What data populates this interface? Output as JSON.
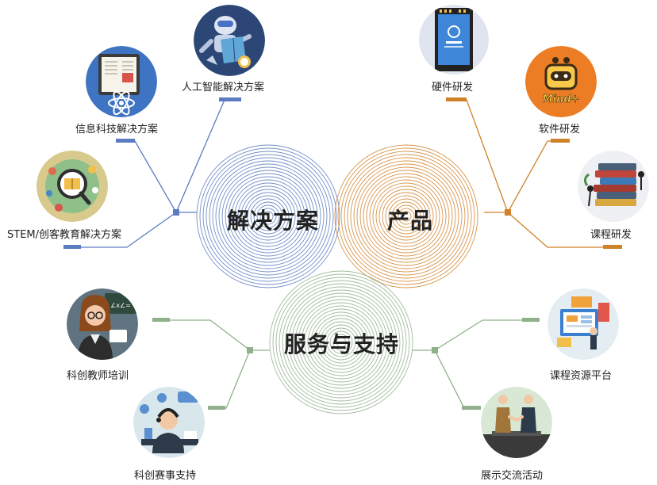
{
  "centers": {
    "solutions": "解决方案",
    "products": "产品",
    "services": "服务与支持"
  },
  "colors": {
    "solutions": "#5b7cc0",
    "products": "#d0822a",
    "services": "#8fb08a"
  },
  "solutions": {
    "items": [
      {
        "label": "人工智能解决方案",
        "icon": "robot-reading-icon"
      },
      {
        "label": "信息科技解决方案",
        "icon": "tablet-atom-icon"
      },
      {
        "label": "STEM/创客教育解决方案",
        "icon": "stem-book-icon"
      }
    ]
  },
  "products": {
    "items": [
      {
        "label": "硬件研发",
        "icon": "hardware-board-icon"
      },
      {
        "label": "软件研发",
        "icon": "mindplus-icon"
      },
      {
        "label": "课程研发",
        "icon": "book-stack-icon"
      }
    ]
  },
  "services": {
    "items": [
      {
        "label": "科创教师培训",
        "icon": "teacher-icon"
      },
      {
        "label": "科创赛事支持",
        "icon": "headset-operator-icon"
      },
      {
        "label": "课程资源平台",
        "icon": "resource-platform-icon"
      },
      {
        "label": "展示交流活动",
        "icon": "handshake-icon"
      }
    ]
  }
}
